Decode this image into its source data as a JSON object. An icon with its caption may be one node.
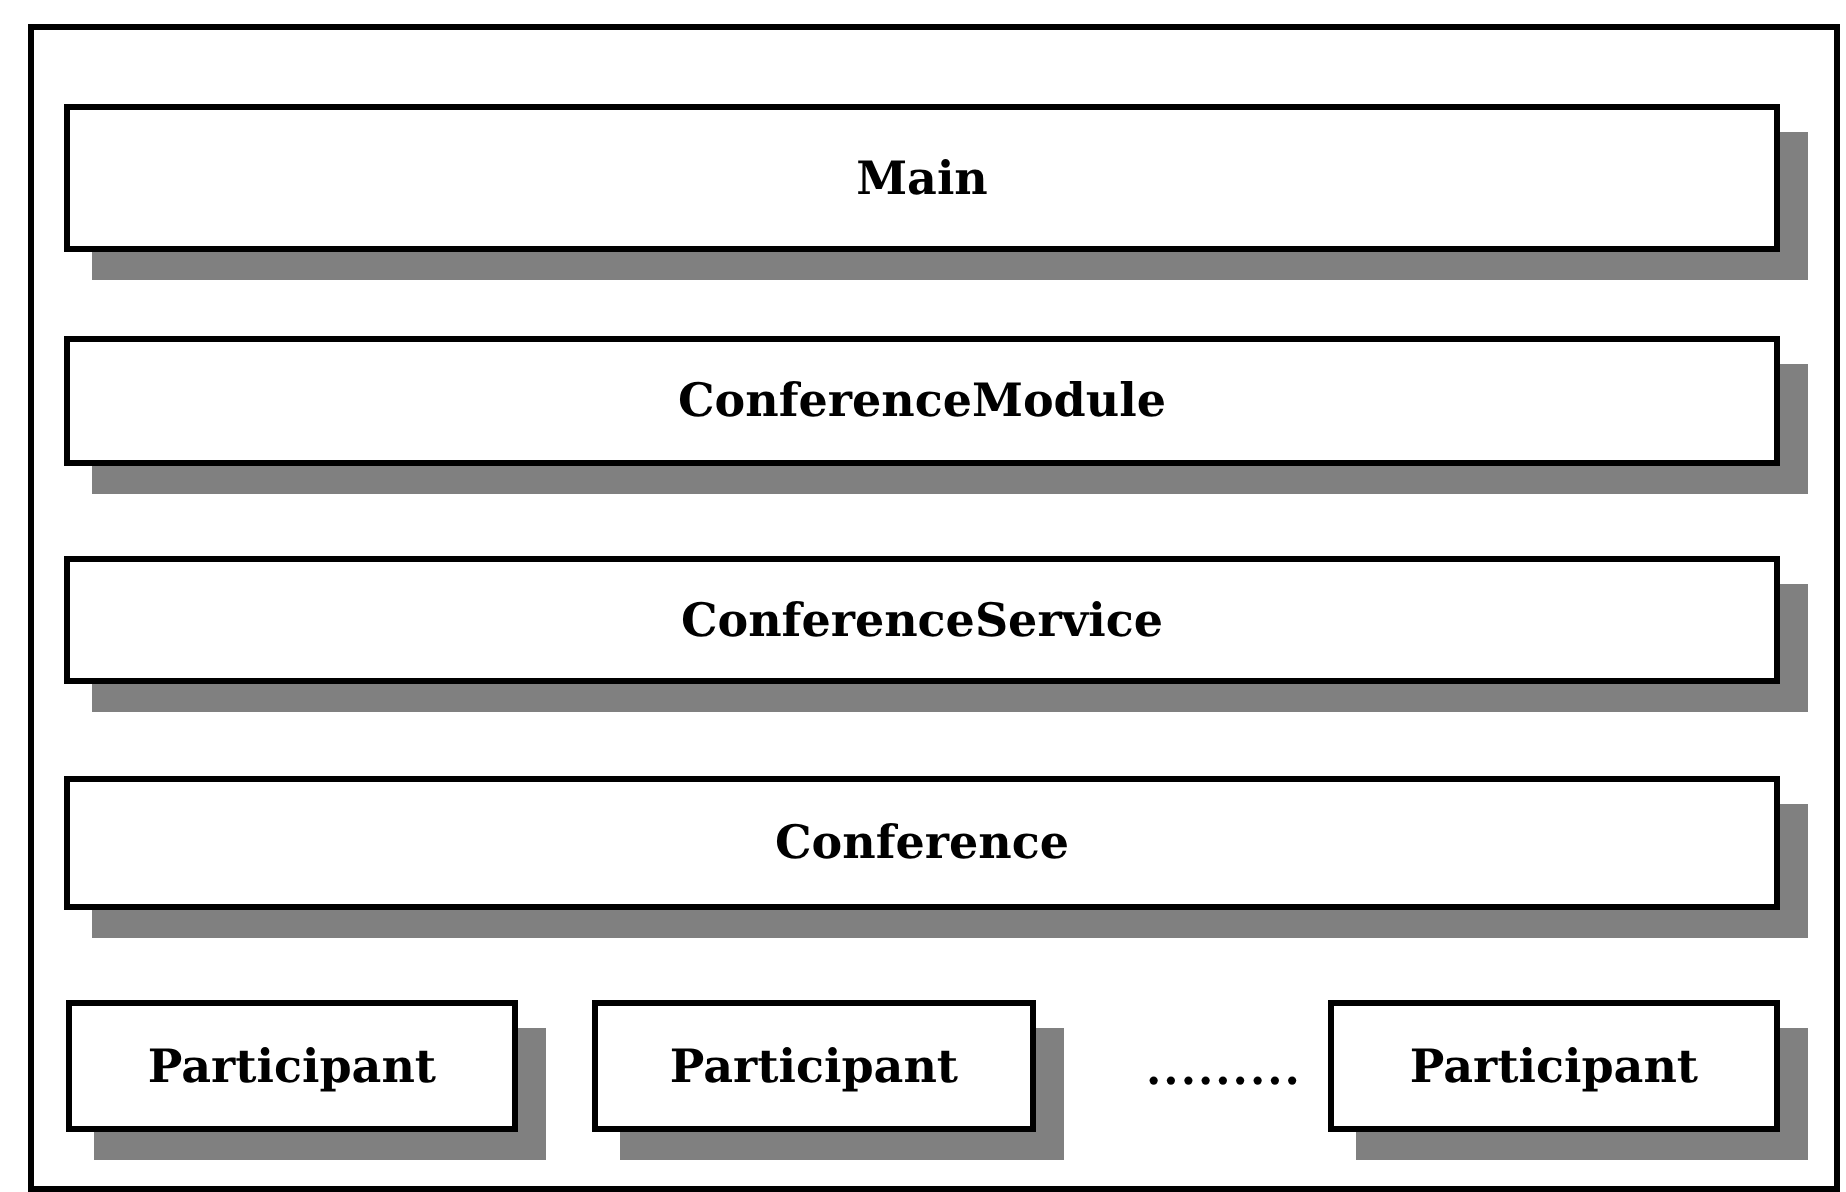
{
  "diagram": {
    "nodes": [
      {
        "text": [],
        "shape": "box"
      },
      {
        "text": [
          "Main"
        ],
        "in": 0
      },
      {
        "text": [
          "ConferenceModule"
        ],
        "in": 0
      },
      {
        "text": [
          "ConferenceService"
        ],
        "in": 0
      },
      {
        "text": [
          "Conference"
        ],
        "in": 0
      },
      {
        "text": [
          "Participant"
        ],
        "in": 0
      },
      {
        "text": [
          "Participant"
        ],
        "in": 0
      },
      {
        "text": [
          "Participant"
        ],
        "in": 0
      }
    ],
    "labels": [
      "........."
    ]
  }
}
